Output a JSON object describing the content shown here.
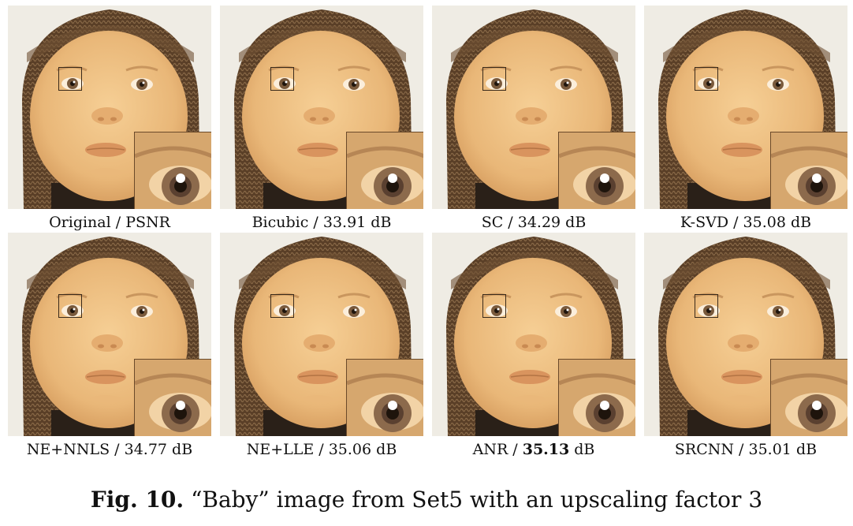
{
  "figure": {
    "label": "Fig. 10.",
    "caption": "“Baby” image from Set5 with an upscaling factor 3"
  },
  "panels": [
    {
      "method": "Original",
      "sep": " / ",
      "value": "PSNR",
      "bold": false
    },
    {
      "method": "Bicubic",
      "sep": " / ",
      "value": "33.91",
      "unit": " dB",
      "bold": false
    },
    {
      "method": "SC",
      "sep": " / ",
      "value": "34.29",
      "unit": " dB",
      "bold": false
    },
    {
      "method": "K-SVD",
      "sep": " / ",
      "value": "35.08",
      "unit": " dB",
      "bold": false
    },
    {
      "method": "NE+NNLS",
      "sep": " / ",
      "value": "34.77",
      "unit": " dB",
      "bold": false
    },
    {
      "method": "NE+LLE",
      "sep": " / ",
      "value": "35.06",
      "unit": " dB",
      "bold": false
    },
    {
      "method": "ANR",
      "sep": " / ",
      "value": "35.13",
      "unit": " dB",
      "bold": true
    },
    {
      "method": "SRCNN",
      "sep": " / ",
      "value": "35.01",
      "unit": " dB",
      "bold": false
    }
  ]
}
